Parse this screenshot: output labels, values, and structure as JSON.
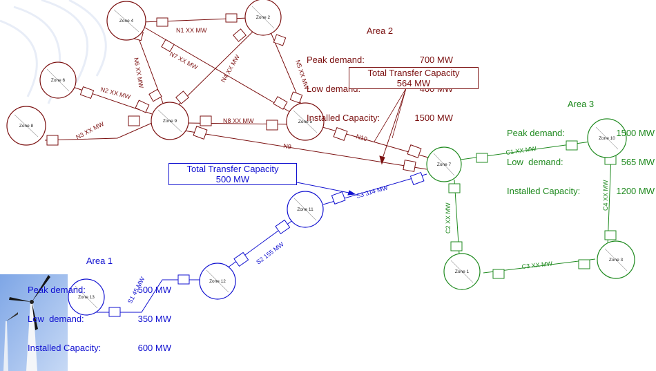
{
  "colors": {
    "area2": "#7b1010",
    "area3": "#1f8a1f",
    "area1": "#1010d0"
  },
  "areas": {
    "area2": {
      "title": "Area 2",
      "peak_label": "Peak demand:",
      "peak": "700 MW",
      "low_label": "Low demand:",
      "low": "400 MW",
      "cap_label": "Installed Capacity:",
      "cap": "1500 MW"
    },
    "area3": {
      "title": "Area 3",
      "peak_label": "Peak demand:",
      "peak": "1500 MW",
      "low_label": "Low  demand:",
      "low": "565 MW",
      "cap_label": "Installed Capacity:",
      "cap": "1200 MW"
    },
    "area1": {
      "title": "Area 1",
      "peak_label": "Peak demand:",
      "peak": "500 MW",
      "low_label": "Low  demand:",
      "low": "350 MW",
      "cap_label": "Installed Capacity:",
      "cap": "600 MW"
    }
  },
  "callouts": {
    "ttc_north": {
      "line1": "Total Transfer Capacity",
      "line2": "564 MW"
    },
    "ttc_south": {
      "line1": "Total Transfer Capacity",
      "line2": "500 MW"
    }
  },
  "zones": {
    "zone1": "Zone 1",
    "zone2": "Zone 2",
    "zone3": "Zone 3",
    "zone4": "Zone 4",
    "zone5": "Zone 5",
    "zone6": "Zone 6",
    "zone7": "Zone 7",
    "zone8": "Zone 8",
    "zone9": "Zone 9",
    "zone10": "Zone 10",
    "zone11": "Zone 11",
    "zone12": "Zone 12",
    "zone13": "Zone 13"
  },
  "lines": {
    "n1": "N1 XX MW",
    "n2": "N2 XX MW",
    "n3": "N3 XX MW",
    "n4": "N4 XX MW",
    "n5": "N5 XX MW",
    "n6": "N6 XX MW",
    "n7": "N7 XX MW",
    "n8": "N8 XX MW",
    "n9": "N9",
    "n10": "N10",
    "c1": "C1 XX MW",
    "c2": "C2 XX MW",
    "c3": "C3 XX MW",
    "c4": "C4 XX MW",
    "s1": "S1 45 MW",
    "s2": "S2 155 MW",
    "s3": "S3 314 MW"
  }
}
